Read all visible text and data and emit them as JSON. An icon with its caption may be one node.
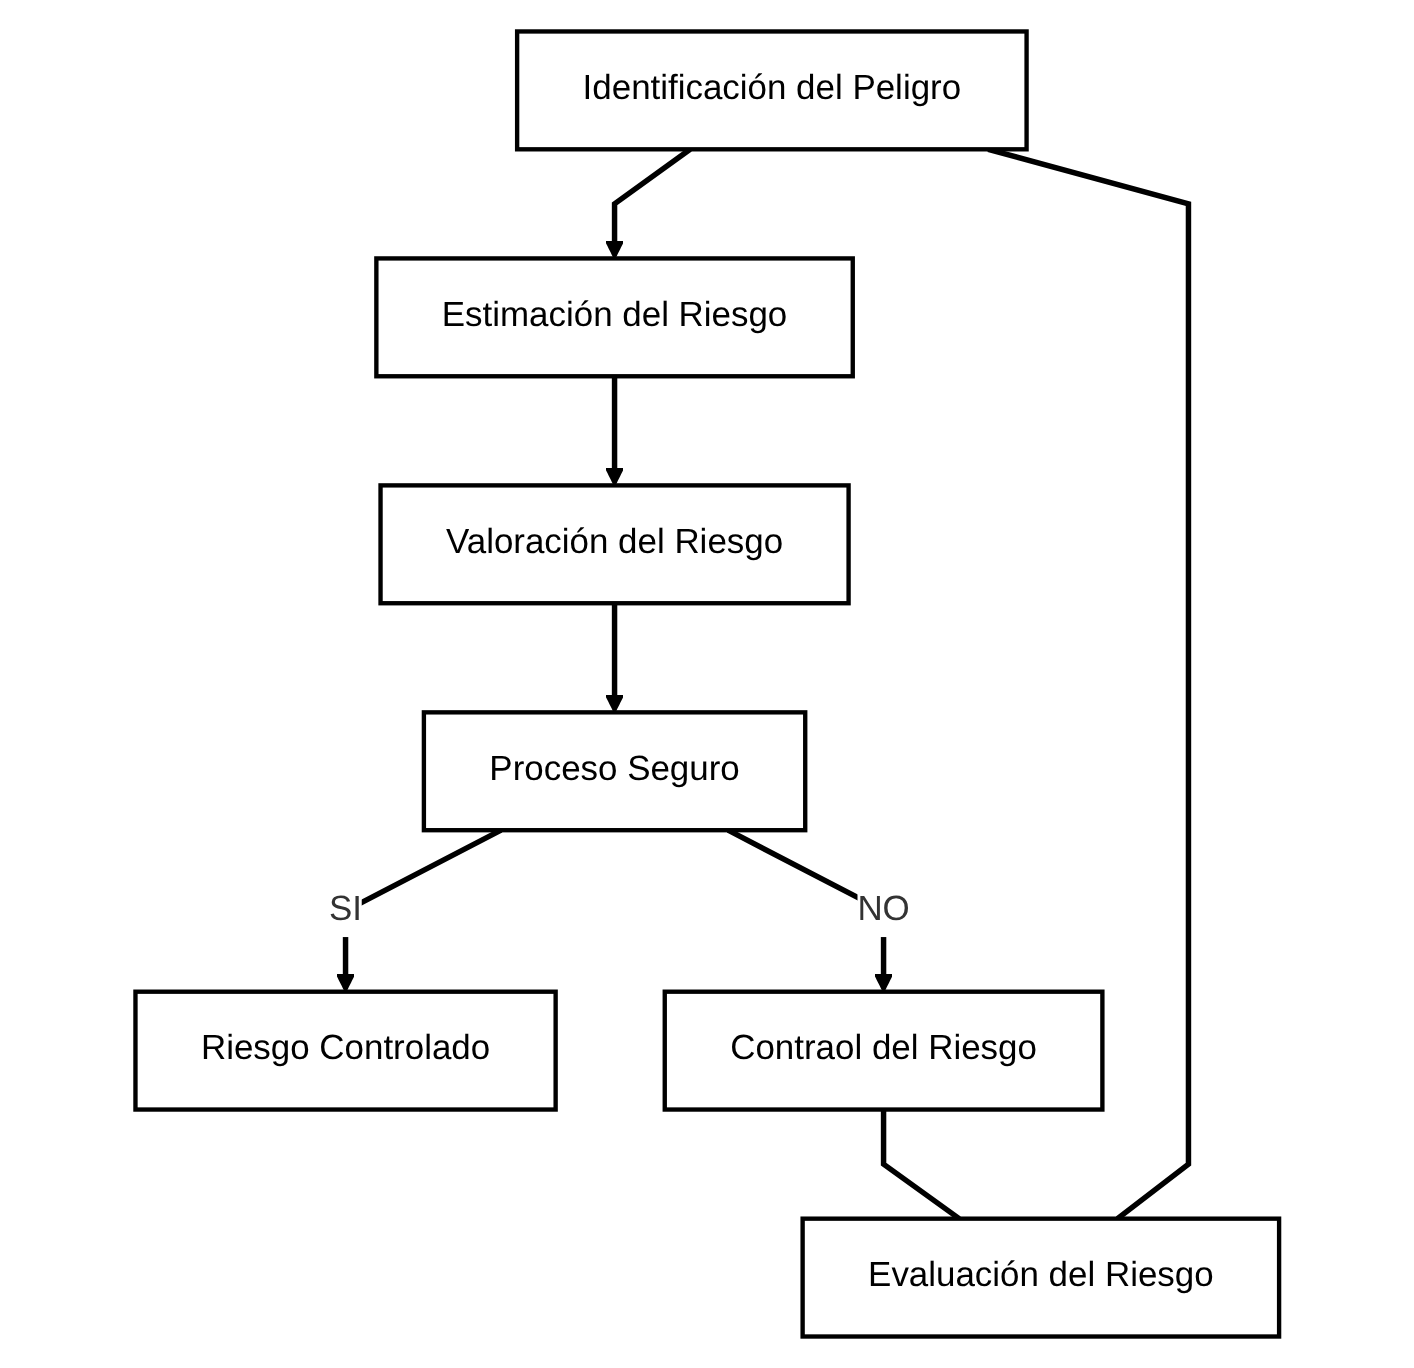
{
  "diagram": {
    "nodes": [
      {
        "text": [
          "Identificación del Peligro"
        ]
      },
      {
        "text": [
          "Estimación del Riesgo"
        ]
      },
      {
        "text": [
          "Valoración del Riesgo"
        ]
      },
      {
        "text": [
          "Proceso Seguro"
        ]
      },
      {
        "text": [
          "Riesgo Controlado"
        ]
      },
      {
        "text": [
          "Contraol del Riesgo"
        ]
      },
      {
        "text": [
          "Evaluación del Riesgo"
        ]
      }
    ],
    "edges": [
      {
        "from": 0,
        "to": 1,
        "arrow": "to"
      },
      {
        "from": 1,
        "to": 2,
        "arrow": "to"
      },
      {
        "from": 2,
        "to": 3,
        "arrow": "to"
      },
      {
        "from": 3,
        "to": 4,
        "arrow": "to",
        "label": "SI"
      },
      {
        "from": 3,
        "to": 5,
        "arrow": "to",
        "label": "NO"
      },
      {
        "from": 5,
        "to": 6,
        "arrow": "none"
      },
      {
        "from": 6,
        "to": 0,
        "arrow": "none"
      }
    ]
  }
}
